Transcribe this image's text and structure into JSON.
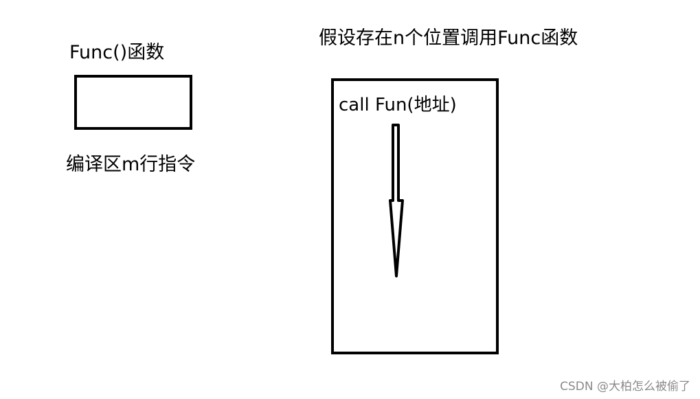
{
  "labels": {
    "func": "Func()函数",
    "compile_area": "编译区m行指令",
    "call_sites": "假设存在n个位置调用Func函数",
    "call_instruction": "call Fun(地址)"
  },
  "watermark": "CSDN @大柏怎么被偷了",
  "colors": {
    "stroke": "#000000",
    "background": "#ffffff",
    "watermark": "#8a8a8a"
  }
}
